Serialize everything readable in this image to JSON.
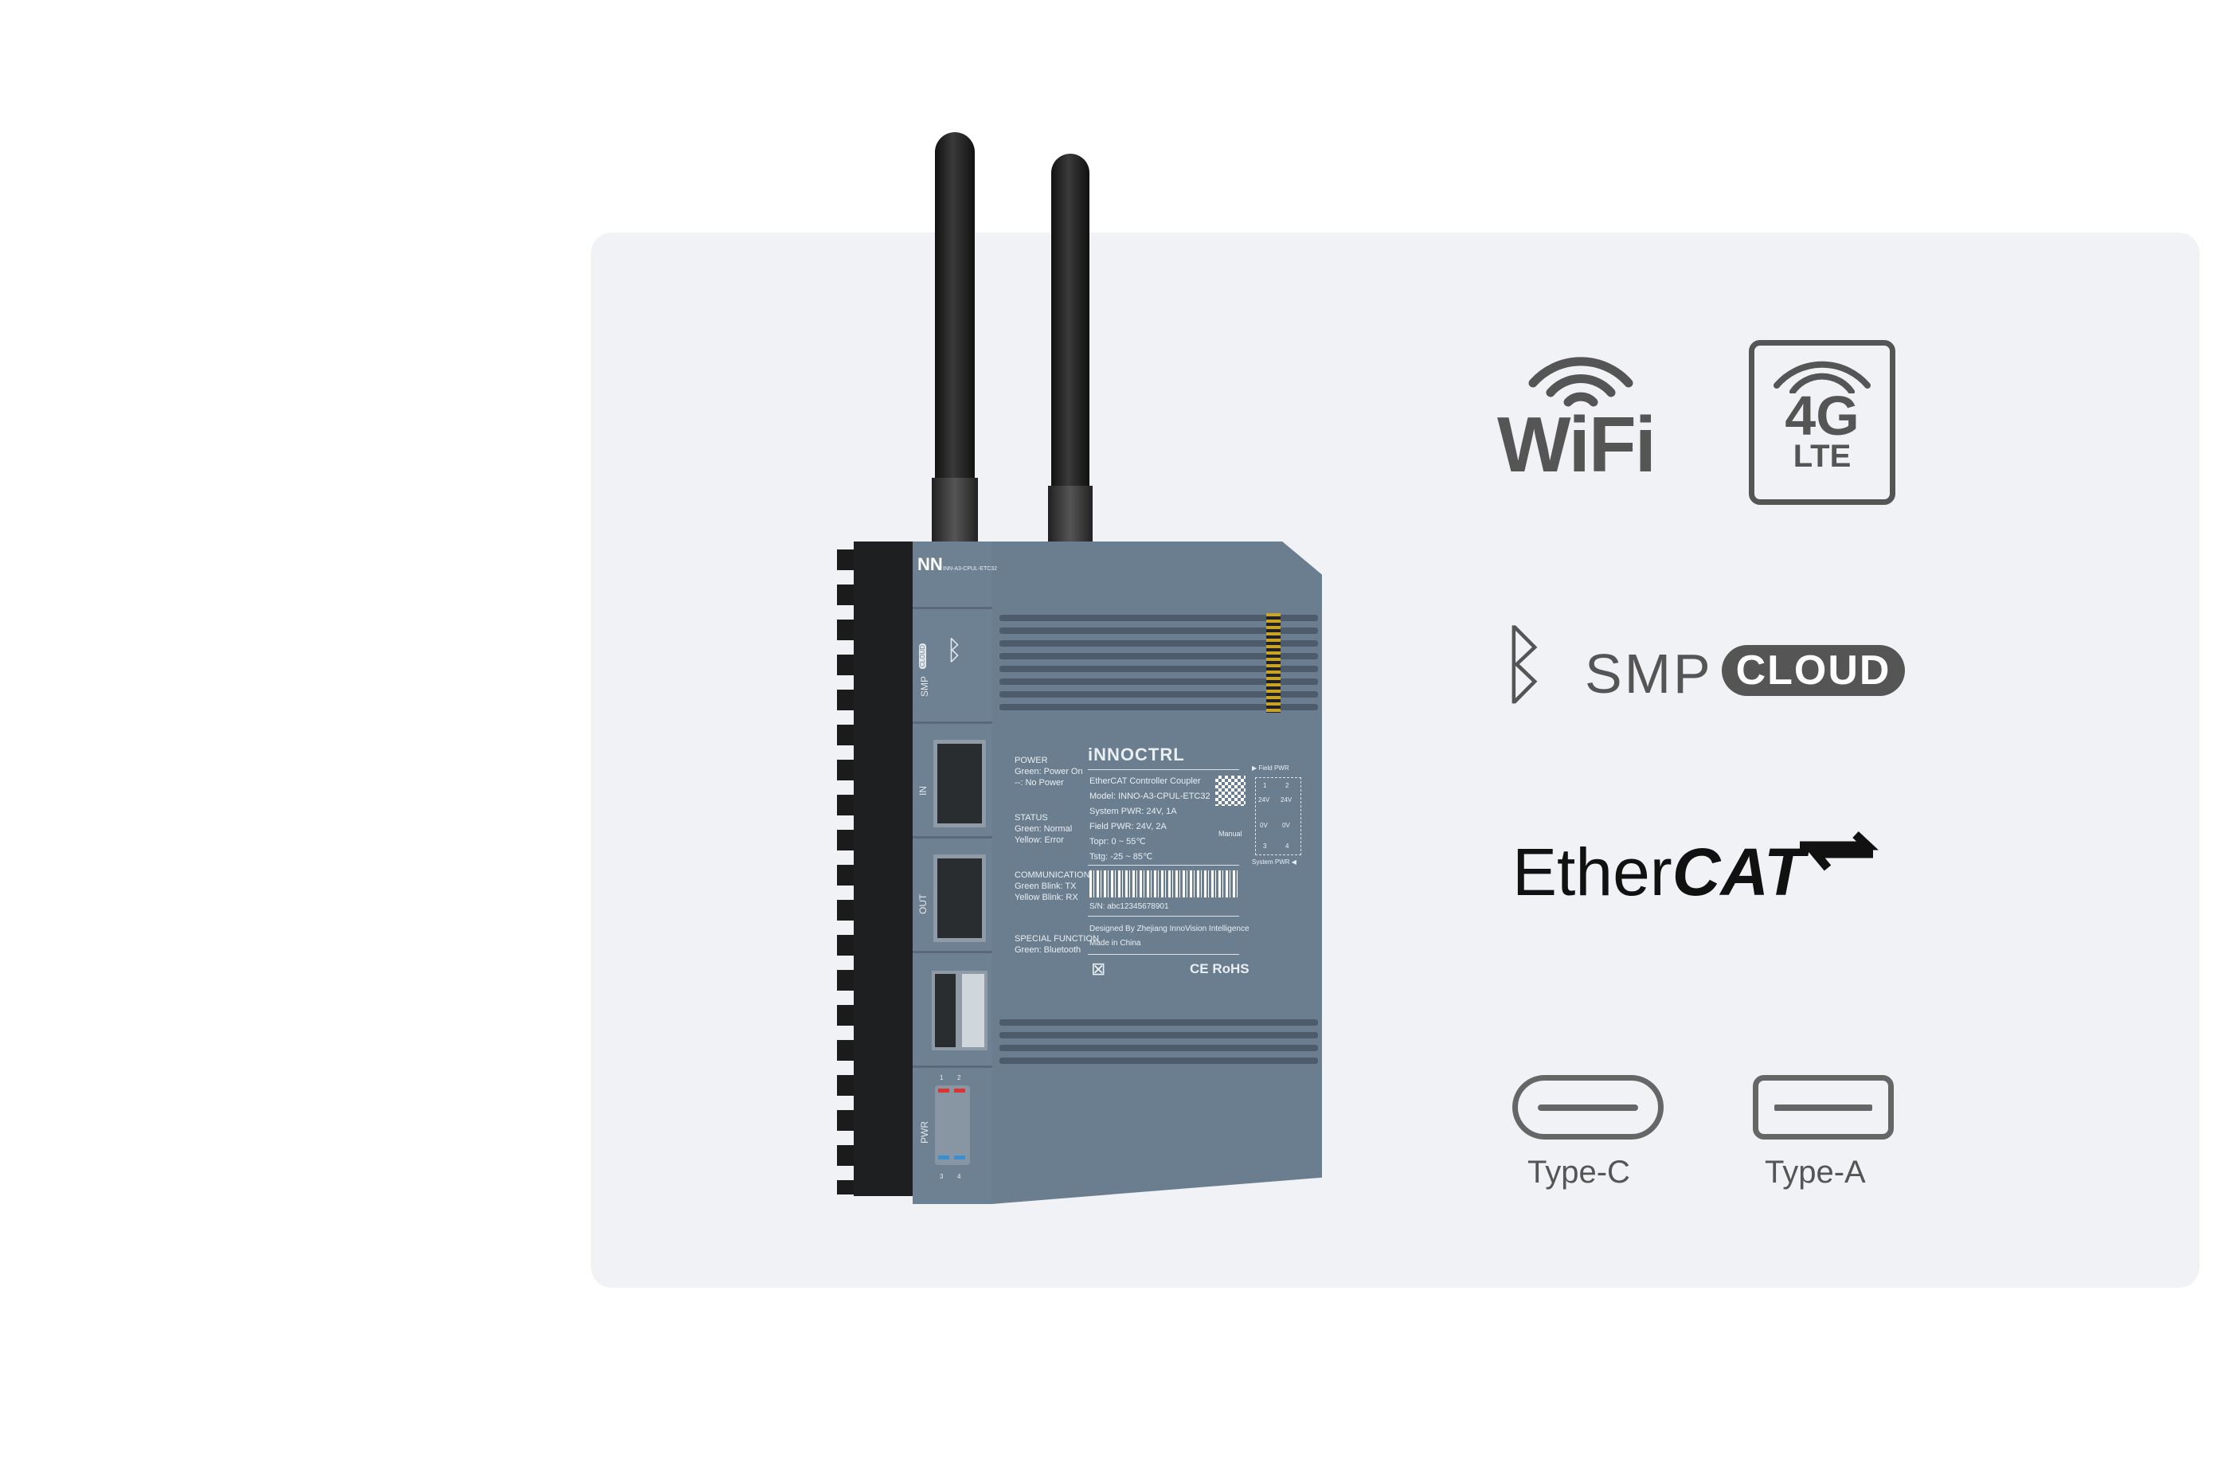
{
  "device": {
    "front": {
      "model_tag": "INN-A3-CPUL-ETC32",
      "smp_label": "SMP",
      "cloud_label": "CLOUD",
      "in_label": "IN",
      "out_label": "OUT",
      "pwr_label": "PWR",
      "terminals": [
        "1",
        "2",
        "3",
        "4"
      ]
    },
    "led_labels": [
      {
        "title": "POWER",
        "lines": [
          "Green: Power On",
          "--: No Power"
        ]
      },
      {
        "title": "STATUS",
        "lines": [
          "Green: Normal",
          "Yellow: Error"
        ]
      },
      {
        "title": "COMMUNICATION",
        "lines": [
          "Green Blink: TX",
          "Yellow Blink: RX"
        ]
      },
      {
        "title": "SPECIAL FUNCTION",
        "lines": [
          "Green: Bluetooth"
        ]
      }
    ],
    "nameplate": {
      "brand": "iNNOCTRL",
      "product": "EtherCAT Controller Coupler",
      "model": "Model: INNO-A3-CPUL-ETC32",
      "system_pwr": "System PWR: 24V, 1A",
      "field_pwr": "Field PWR: 24V, 2A",
      "topr": "Topr: 0 ~ 55℃",
      "tstg": "Tstg: -25 ~ 85℃",
      "qr_label": "Manual",
      "serial": "S/N: abc12345678901",
      "designed_by": "Designed By Zhejiang InnoVision Intelligence",
      "made_in": "Made in China",
      "cert": "CE RoHS"
    },
    "power_diagram": {
      "field_label": "▶ Field PWR",
      "system_label": "System PWR ◀",
      "pins": [
        "1",
        "2",
        "3",
        "4"
      ],
      "voltages": [
        "24V",
        "24V",
        "0V",
        "0V"
      ]
    }
  },
  "features": {
    "wifi": "WiFi",
    "lte_top": "4G",
    "lte_bottom": "LTE",
    "smp": "SMP",
    "cloud": "CLOUD",
    "ethercat_a": "Ether",
    "ethercat_b": "CAT",
    "type_c": "Type-C",
    "type_a": "Type-A"
  },
  "colors": {
    "panel": "#f0f2f5",
    "device": "#6b7e90",
    "icon": "#555555"
  }
}
